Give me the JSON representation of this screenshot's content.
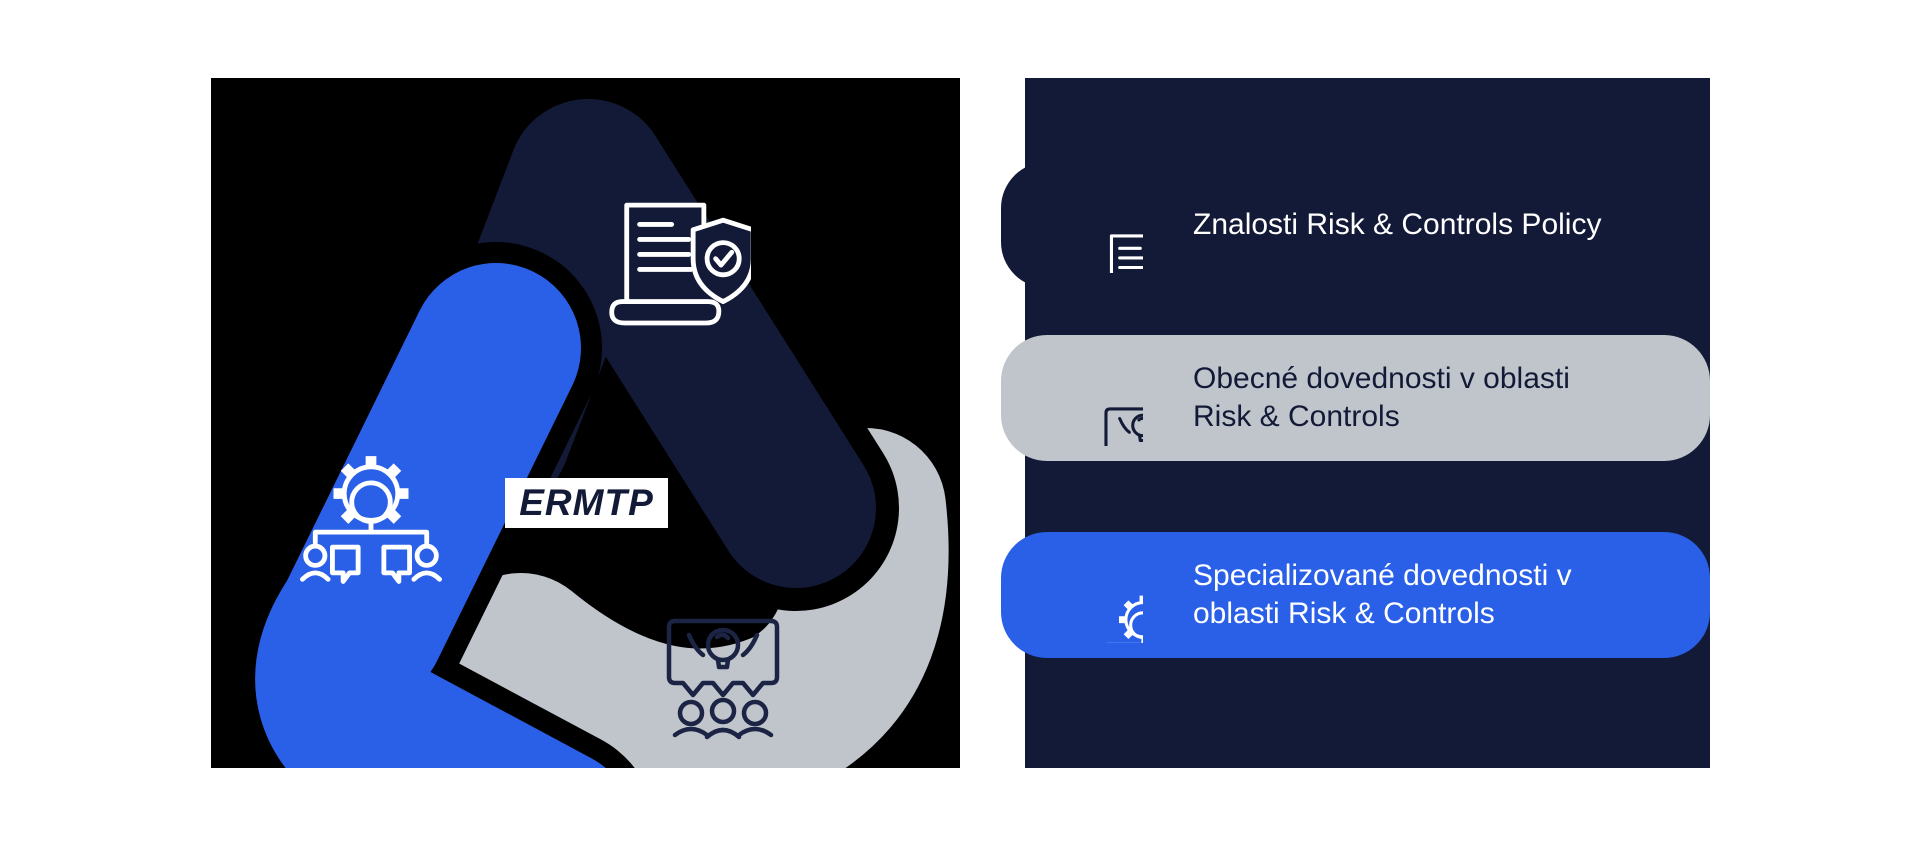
{
  "colors": {
    "page_background": "#ffffff",
    "square_background": "#000000",
    "navy": "#131a37",
    "blue": "#2a60e8",
    "gray": "#c0c5cb",
    "white": "#ffffff"
  },
  "diagram": {
    "center_label": "ERMTP",
    "arms": [
      {
        "id": "policy-arm",
        "color": "#131a37",
        "icon": "document-shield-icon"
      },
      {
        "id": "general-skills-arm",
        "color": "#c0c5cb",
        "icon": "people-lightbulb-icon"
      },
      {
        "id": "specialized-skills-arm",
        "color": "#2a60e8",
        "icon": "gear-people-icon"
      }
    ]
  },
  "legend": {
    "items": [
      {
        "icon": "document-shield-icon",
        "variant": "navy",
        "lines": [
          "Znalosti Risk & Controls Policy"
        ]
      },
      {
        "icon": "people-lightbulb-icon",
        "variant": "gray",
        "lines": [
          "Obecné dovednosti v oblasti",
          "Risk & Controls"
        ]
      },
      {
        "icon": "gear-people-icon",
        "variant": "blue",
        "lines": [
          "Specializované dovednosti v",
          "oblasti Risk & Controls"
        ]
      }
    ]
  }
}
